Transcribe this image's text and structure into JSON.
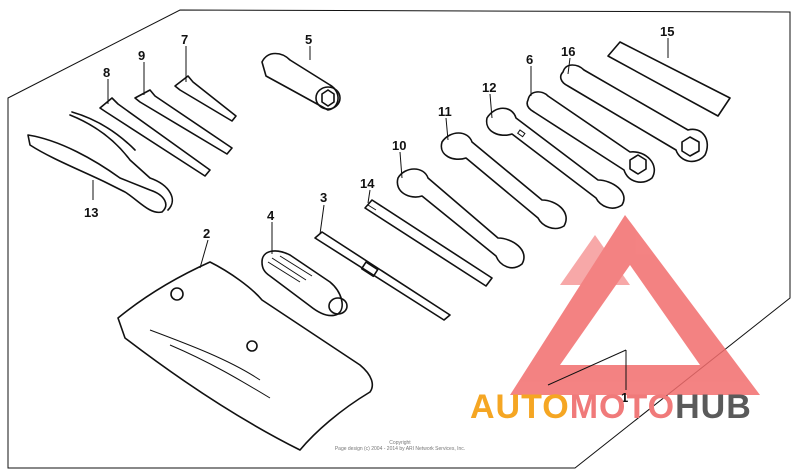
{
  "diagram": {
    "callouts": [
      "1",
      "2",
      "3",
      "4",
      "5",
      "6",
      "7",
      "8",
      "9",
      "10",
      "11",
      "12",
      "13",
      "14",
      "15",
      "16"
    ]
  },
  "copyright": {
    "line1": "Copyright",
    "line2": "Page design (c) 2004 - 2014 by ARI Network Services, Inc."
  },
  "watermark": {
    "part1": "AUTO",
    "part2": "MOTO",
    "part3": "HUB",
    "colors": {
      "auto": "#f5a623",
      "moto": "#f07a7a",
      "hub": "#5a5a5a",
      "logo": "#f26d6d"
    }
  }
}
